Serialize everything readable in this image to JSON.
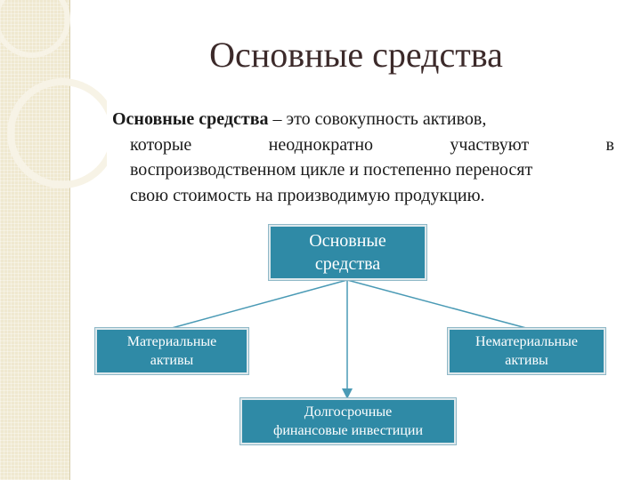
{
  "slide": {
    "title": "Основные средства",
    "definition": {
      "term": "Основные средства",
      "line1_rest": " – это совокупность активов,",
      "line2": "которые неоднократно участвуют в",
      "line3": "воспроизводственном цикле и постепенно переносят",
      "line4": "свою стоимость на производимую продукцию."
    }
  },
  "diagram": {
    "root": [
      "Основные",
      "средства"
    ],
    "left": [
      "Материальные",
      "активы"
    ],
    "right": [
      "Нематериальные",
      "активы"
    ],
    "bottom": [
      "Долгосрочные",
      "финансовые инвестиции"
    ]
  },
  "colors": {
    "box_fill": "#2f8aa6",
    "connector": "#4a9ab5",
    "title_text": "#3c2a2a",
    "sidebar": "#efe8d0"
  }
}
